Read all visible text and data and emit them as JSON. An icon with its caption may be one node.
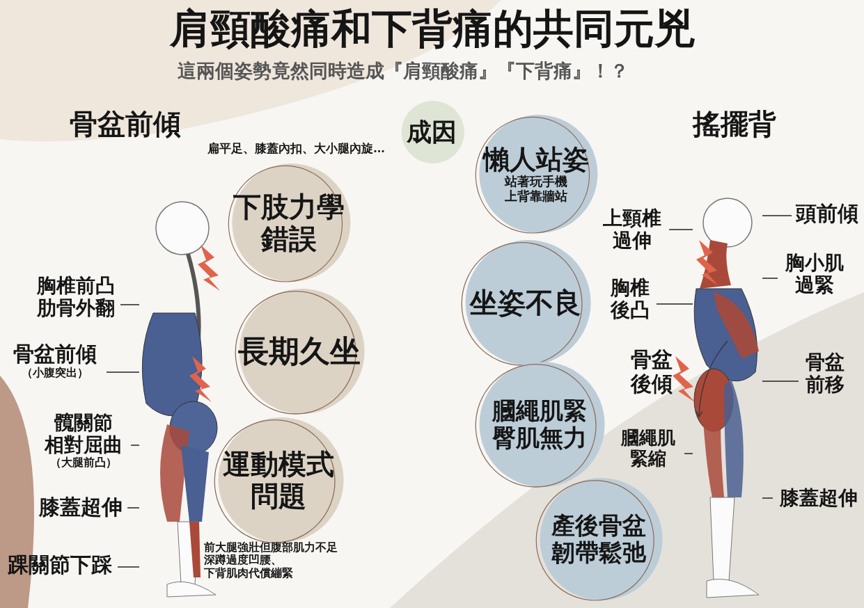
{
  "diagram": {
    "title": "肩頸酸痛和下背痛的共同元兇",
    "nodes": [
      {
        "text": [
          "成因"
        ]
      },
      {
        "text": [],
        "shape": "picture"
      },
      {
        "text": [
          "下肢力學",
          "錯誤"
        ],
        "beside": [
          "扁平足、膝蓋內扣、大小腿內旋…"
        ]
      },
      {
        "text": [
          "長期久坐"
        ]
      },
      {
        "text": [
          "運動模式",
          "問題"
        ],
        "beside": [
          "前大腿強壯但腹部肌力不足",
          "深蹲過度凹腰、",
          "下背肌肉代償繃緊"
        ]
      },
      {
        "text": [
          "胸椎前凸",
          "肋骨外翻"
        ]
      },
      {
        "text": [
          "骨盆前傾",
          "（小腹突出）"
        ]
      },
      {
        "text": [
          "髖關節",
          "相對屈曲",
          "（大腿前凸）"
        ]
      },
      {
        "text": [
          "膝蓋超伸"
        ]
      },
      {
        "text": [
          "踝關節下踩"
        ]
      },
      {
        "text": [
          "懶人站姿",
          "站著玩手機",
          "上背靠牆站"
        ]
      },
      {
        "text": [
          "坐姿不良"
        ]
      },
      {
        "text": [
          "膕繩肌緊",
          "臀肌無力"
        ]
      },
      {
        "text": [
          "產後骨盆",
          "韌帶鬆弛"
        ]
      },
      {
        "text": [],
        "shape": "picture"
      },
      {
        "text": [
          "上頸椎",
          "過伸"
        ]
      },
      {
        "text": [
          "胸椎",
          "後凸"
        ]
      },
      {
        "text": [
          "膕繩肌",
          "緊縮"
        ]
      },
      {
        "text": [
          "頭前傾"
        ]
      },
      {
        "text": [
          "胸小肌",
          "過緊"
        ]
      },
      {
        "text": [
          "骨盆",
          "前移"
        ]
      },
      {
        "text": [
          "膝蓋超伸"
        ]
      }
    ],
    "edges": [
      {
        "from": 5,
        "to": 1,
        "arrow": "none"
      },
      {
        "from": 6,
        "to": 1,
        "arrow": "none"
      },
      {
        "from": 7,
        "to": 1,
        "arrow": "none"
      },
      {
        "from": 8,
        "to": 1,
        "arrow": "none"
      },
      {
        "from": 9,
        "to": 1,
        "arrow": "none"
      },
      {
        "from": 15,
        "to": 14,
        "arrow": "none"
      },
      {
        "from": 16,
        "to": 14,
        "arrow": "none"
      },
      {
        "from": 17,
        "to": 14,
        "arrow": "none"
      },
      {
        "from": 18,
        "to": 14,
        "arrow": "none"
      },
      {
        "from": 19,
        "to": 14,
        "arrow": "none"
      },
      {
        "from": 20,
        "to": 14,
        "arrow": "none"
      },
      {
        "from": 21,
        "to": 14,
        "arrow": "none"
      }
    ],
    "labels": [
      "這兩個姿勢竟然同時造成『肩頸酸痛』『下背痛』！？",
      "骨盆前傾",
      "搖擺背",
      "骨盆後傾"
    ]
  }
}
